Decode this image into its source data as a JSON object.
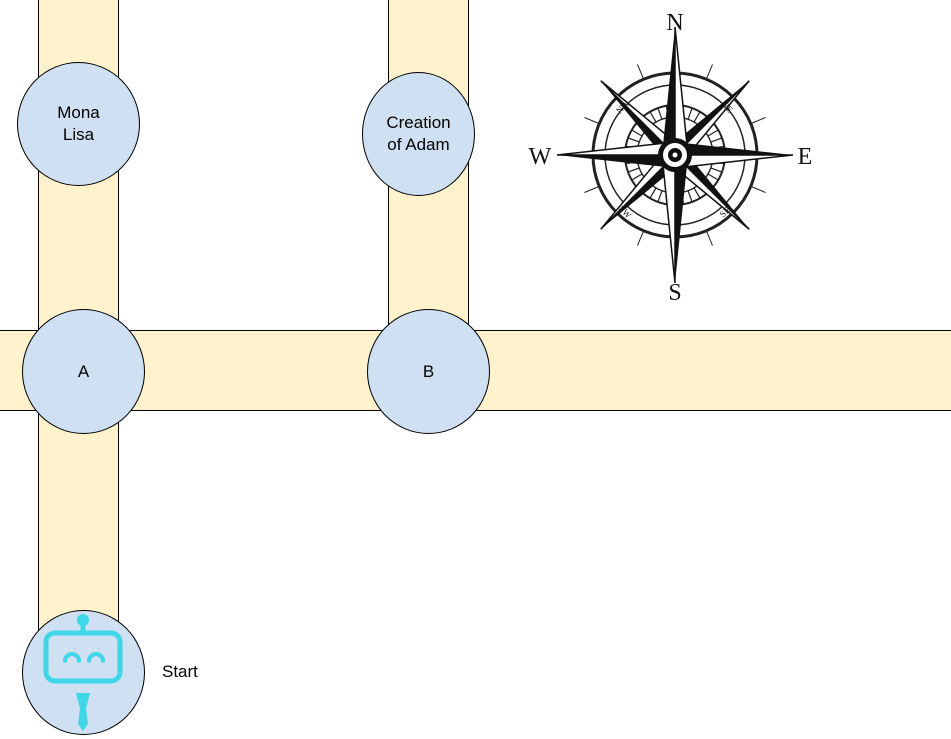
{
  "nodes": {
    "mona_lisa": "Mona\nLisa",
    "creation_of_adam": "Creation\nof Adam",
    "a": "A",
    "b": "B"
  },
  "start_label": "Start",
  "compass": {
    "north": "N",
    "south": "S",
    "east": "E",
    "west": "W",
    "northwest": "NW",
    "northeast": "NE",
    "southwest": "SW",
    "southeast": "SE"
  },
  "colors": {
    "road": "#fff2cc",
    "node": "#cfe0f3",
    "robot": "#3fd6e8"
  },
  "icons": {
    "robot": "robot-icon",
    "compass": "compass-rose-icon"
  }
}
